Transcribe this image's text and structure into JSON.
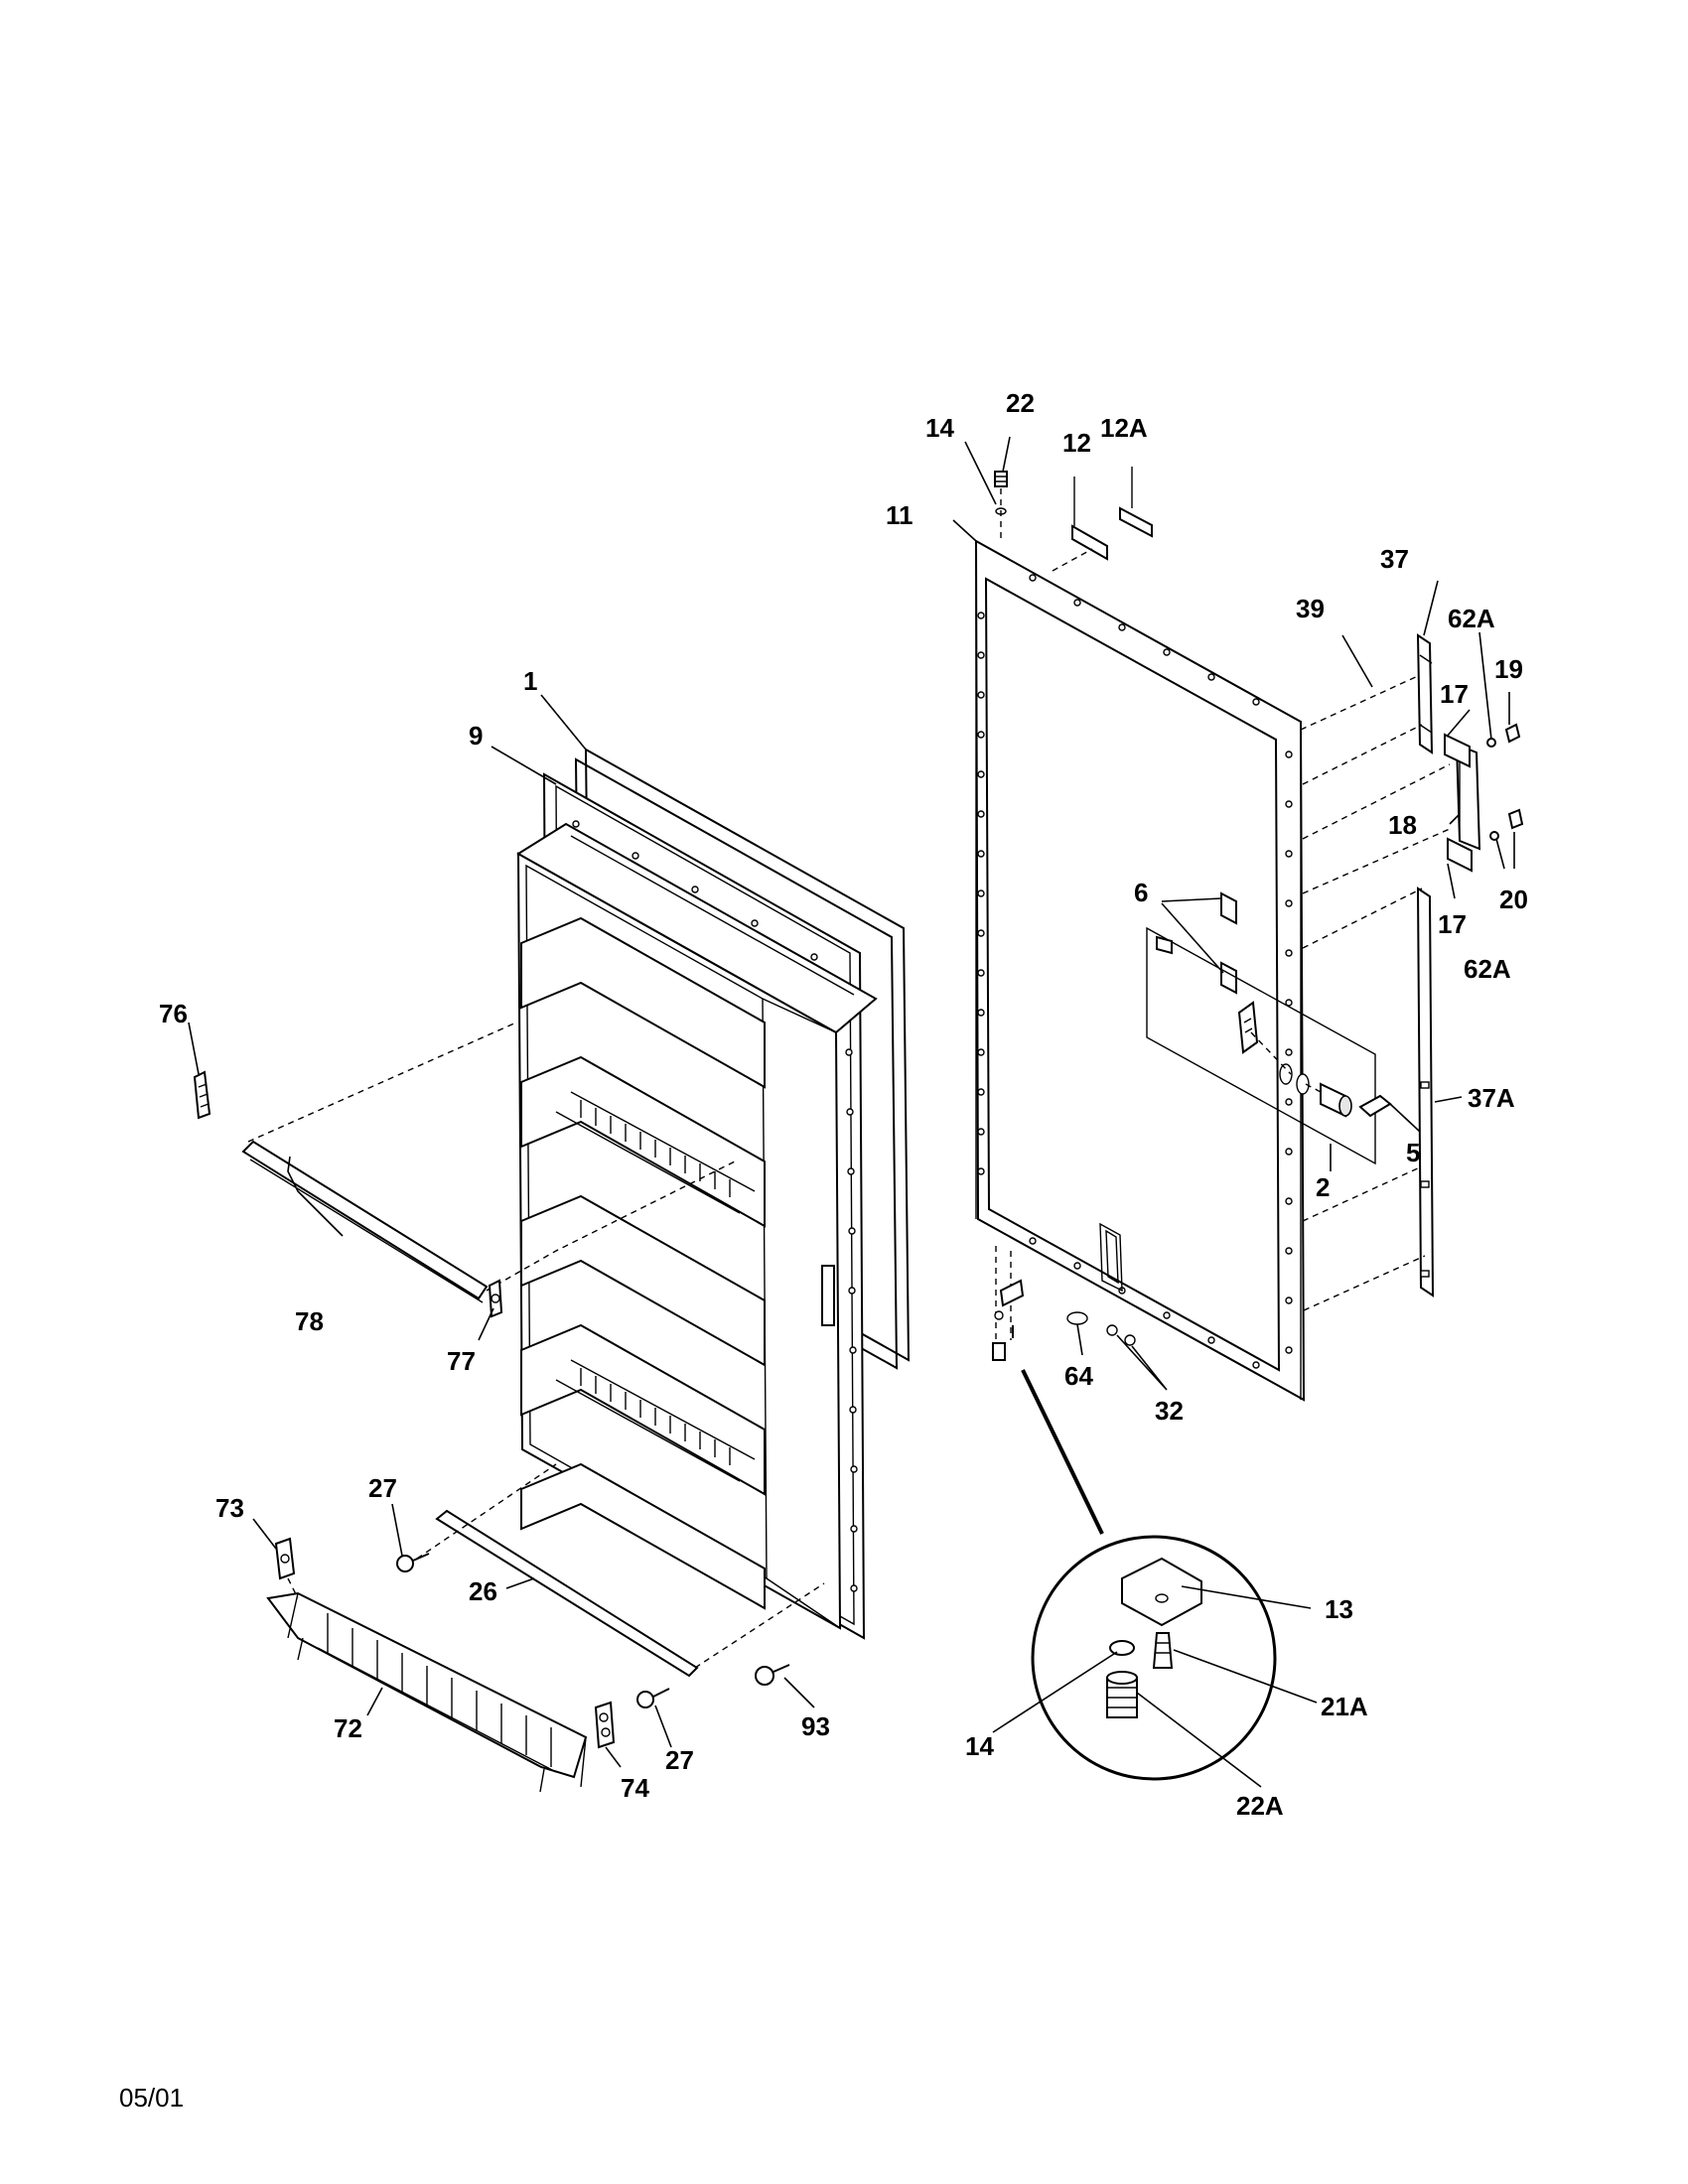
{
  "labels": {
    "l1": "1",
    "l2": "2",
    "l5": "5",
    "l6": "6",
    "l9": "9",
    "l11": "11",
    "l12": "12",
    "l12a": "12A",
    "l13": "13",
    "l14_top": "14",
    "l14_bot": "14",
    "l17_top": "17",
    "l17_bot": "17",
    "l18": "18",
    "l19": "19",
    "l20": "20",
    "l21a": "21A",
    "l22": "22",
    "l22a": "22A",
    "l26": "26",
    "l27_top": "27",
    "l27_bot": "27",
    "l32": "32",
    "l37": "37",
    "l37a": "37A",
    "l39": "39",
    "l62a_top": "62A",
    "l62a_bot": "62A",
    "l64": "64",
    "l72": "72",
    "l73": "73",
    "l74": "74",
    "l76": "76",
    "l77": "77",
    "l78": "78",
    "l93": "93"
  },
  "footer": {
    "date": "05/01"
  }
}
